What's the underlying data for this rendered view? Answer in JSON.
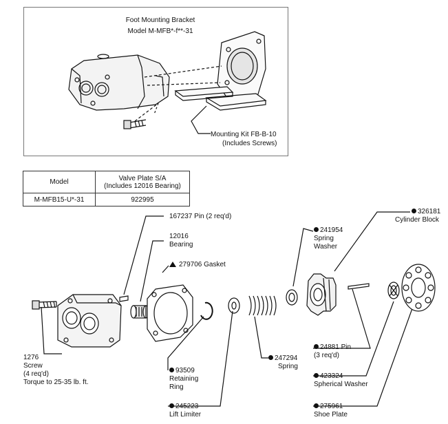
{
  "top_diagram": {
    "bracket_title": "Foot Mounting Bracket",
    "bracket_model": "Model  M-MFB*-f**-31",
    "kit_title": "Mounting Kit FB-B-10",
    "kit_note": "(Includes Screws)"
  },
  "table": {
    "col_model": "Model",
    "col_valve_line1": "Valve Plate S/A",
    "col_valve_line2": "(Includes 12016 Bearing)",
    "row_model": "M-MFB15-U*-31",
    "row_valve": "922995"
  },
  "parts": {
    "pin": "167237 Pin (2 req'd)",
    "bearing_num": "12016",
    "bearing_name": "Bearing",
    "gasket": "279706 Gasket",
    "spring_washer_num": "241954",
    "spring_washer_l1": "Spring",
    "spring_washer_l2": "Washer",
    "cylinder_num": "326181",
    "cylinder_name": "Cylinder Block",
    "screw_num": "1276",
    "screw_name": "Screw",
    "screw_qty": "(4 req'd)",
    "screw_torque": "Torque to 25-35 lb. ft.",
    "retaining_num": "93509",
    "retaining_l1": "Retaining",
    "retaining_l2": "Ring",
    "spring_num": "247294",
    "spring_name": "Spring",
    "pin2_num": "24881 Pin",
    "pin2_qty": "(3 req'd)",
    "spherical_num": "423324",
    "spherical_name": "Spherical Washer",
    "lift_num": "245223",
    "lift_name": "Lift Limiter",
    "shoe_num": "275961",
    "shoe_name": "Shoe Plate"
  }
}
